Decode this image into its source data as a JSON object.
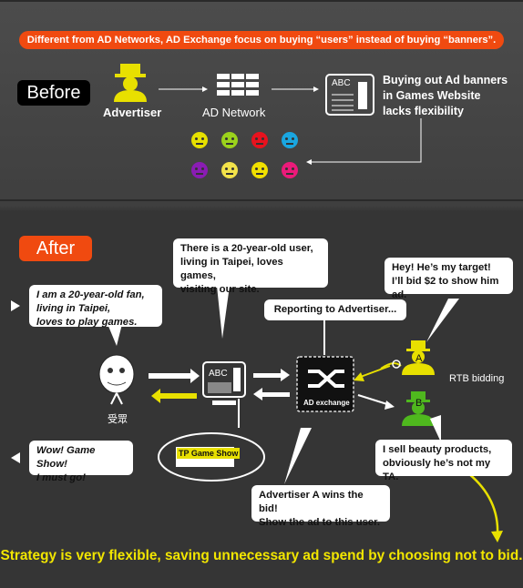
{
  "banner": "Different from AD Networks, AD Exchange focus on buying “users” instead of buying “banners”.",
  "before": {
    "label": "Before",
    "advertiser": "Advertiser",
    "network": "AD Network",
    "abc": "ABC",
    "note": [
      "Buying out Ad banners",
      "in Games Website",
      "lacks flexibility"
    ],
    "face_colors": [
      "#e6e000",
      "#9bd21c",
      "#e8121e",
      "#1aa6e0",
      "#8a1cb4",
      "#f2e24a",
      "#f0e000",
      "#ec1a7a"
    ]
  },
  "after": {
    "label": "After",
    "fan_quote": [
      "I am a 20-year-old fan,",
      "living in Taipei,",
      "loves to play games."
    ],
    "site_quote": [
      "There is a 20-year-old user,",
      "living in Taipei, loves games,",
      "visiting our site."
    ],
    "reporting": "Reporting to Advertiser...",
    "target_quote": [
      "Hey! He’s my target!",
      "I’ll bid $2 to show him ad."
    ],
    "rtb": "RTB bidding",
    "crowd_label": "受眾",
    "abc": "ABC",
    "exchange_label": "AD exchange",
    "game_show_tag": "TP Game Show",
    "wow_quote": [
      "Wow! Game Show!",
      "I must go!"
    ],
    "beauty_quote": [
      "I sell beauty products,",
      "obviously he’s not my TA."
    ],
    "wins_quote": [
      "Advertiser A wins the bid!",
      "Show the ad to this user."
    ],
    "bidder_a": "A",
    "bidder_b": "B",
    "color_a": "#e8e000",
    "color_b": "#4fb81e"
  },
  "strategy": "Strategy is very flexible, saving unnecessary ad spend by choosing not to bid."
}
